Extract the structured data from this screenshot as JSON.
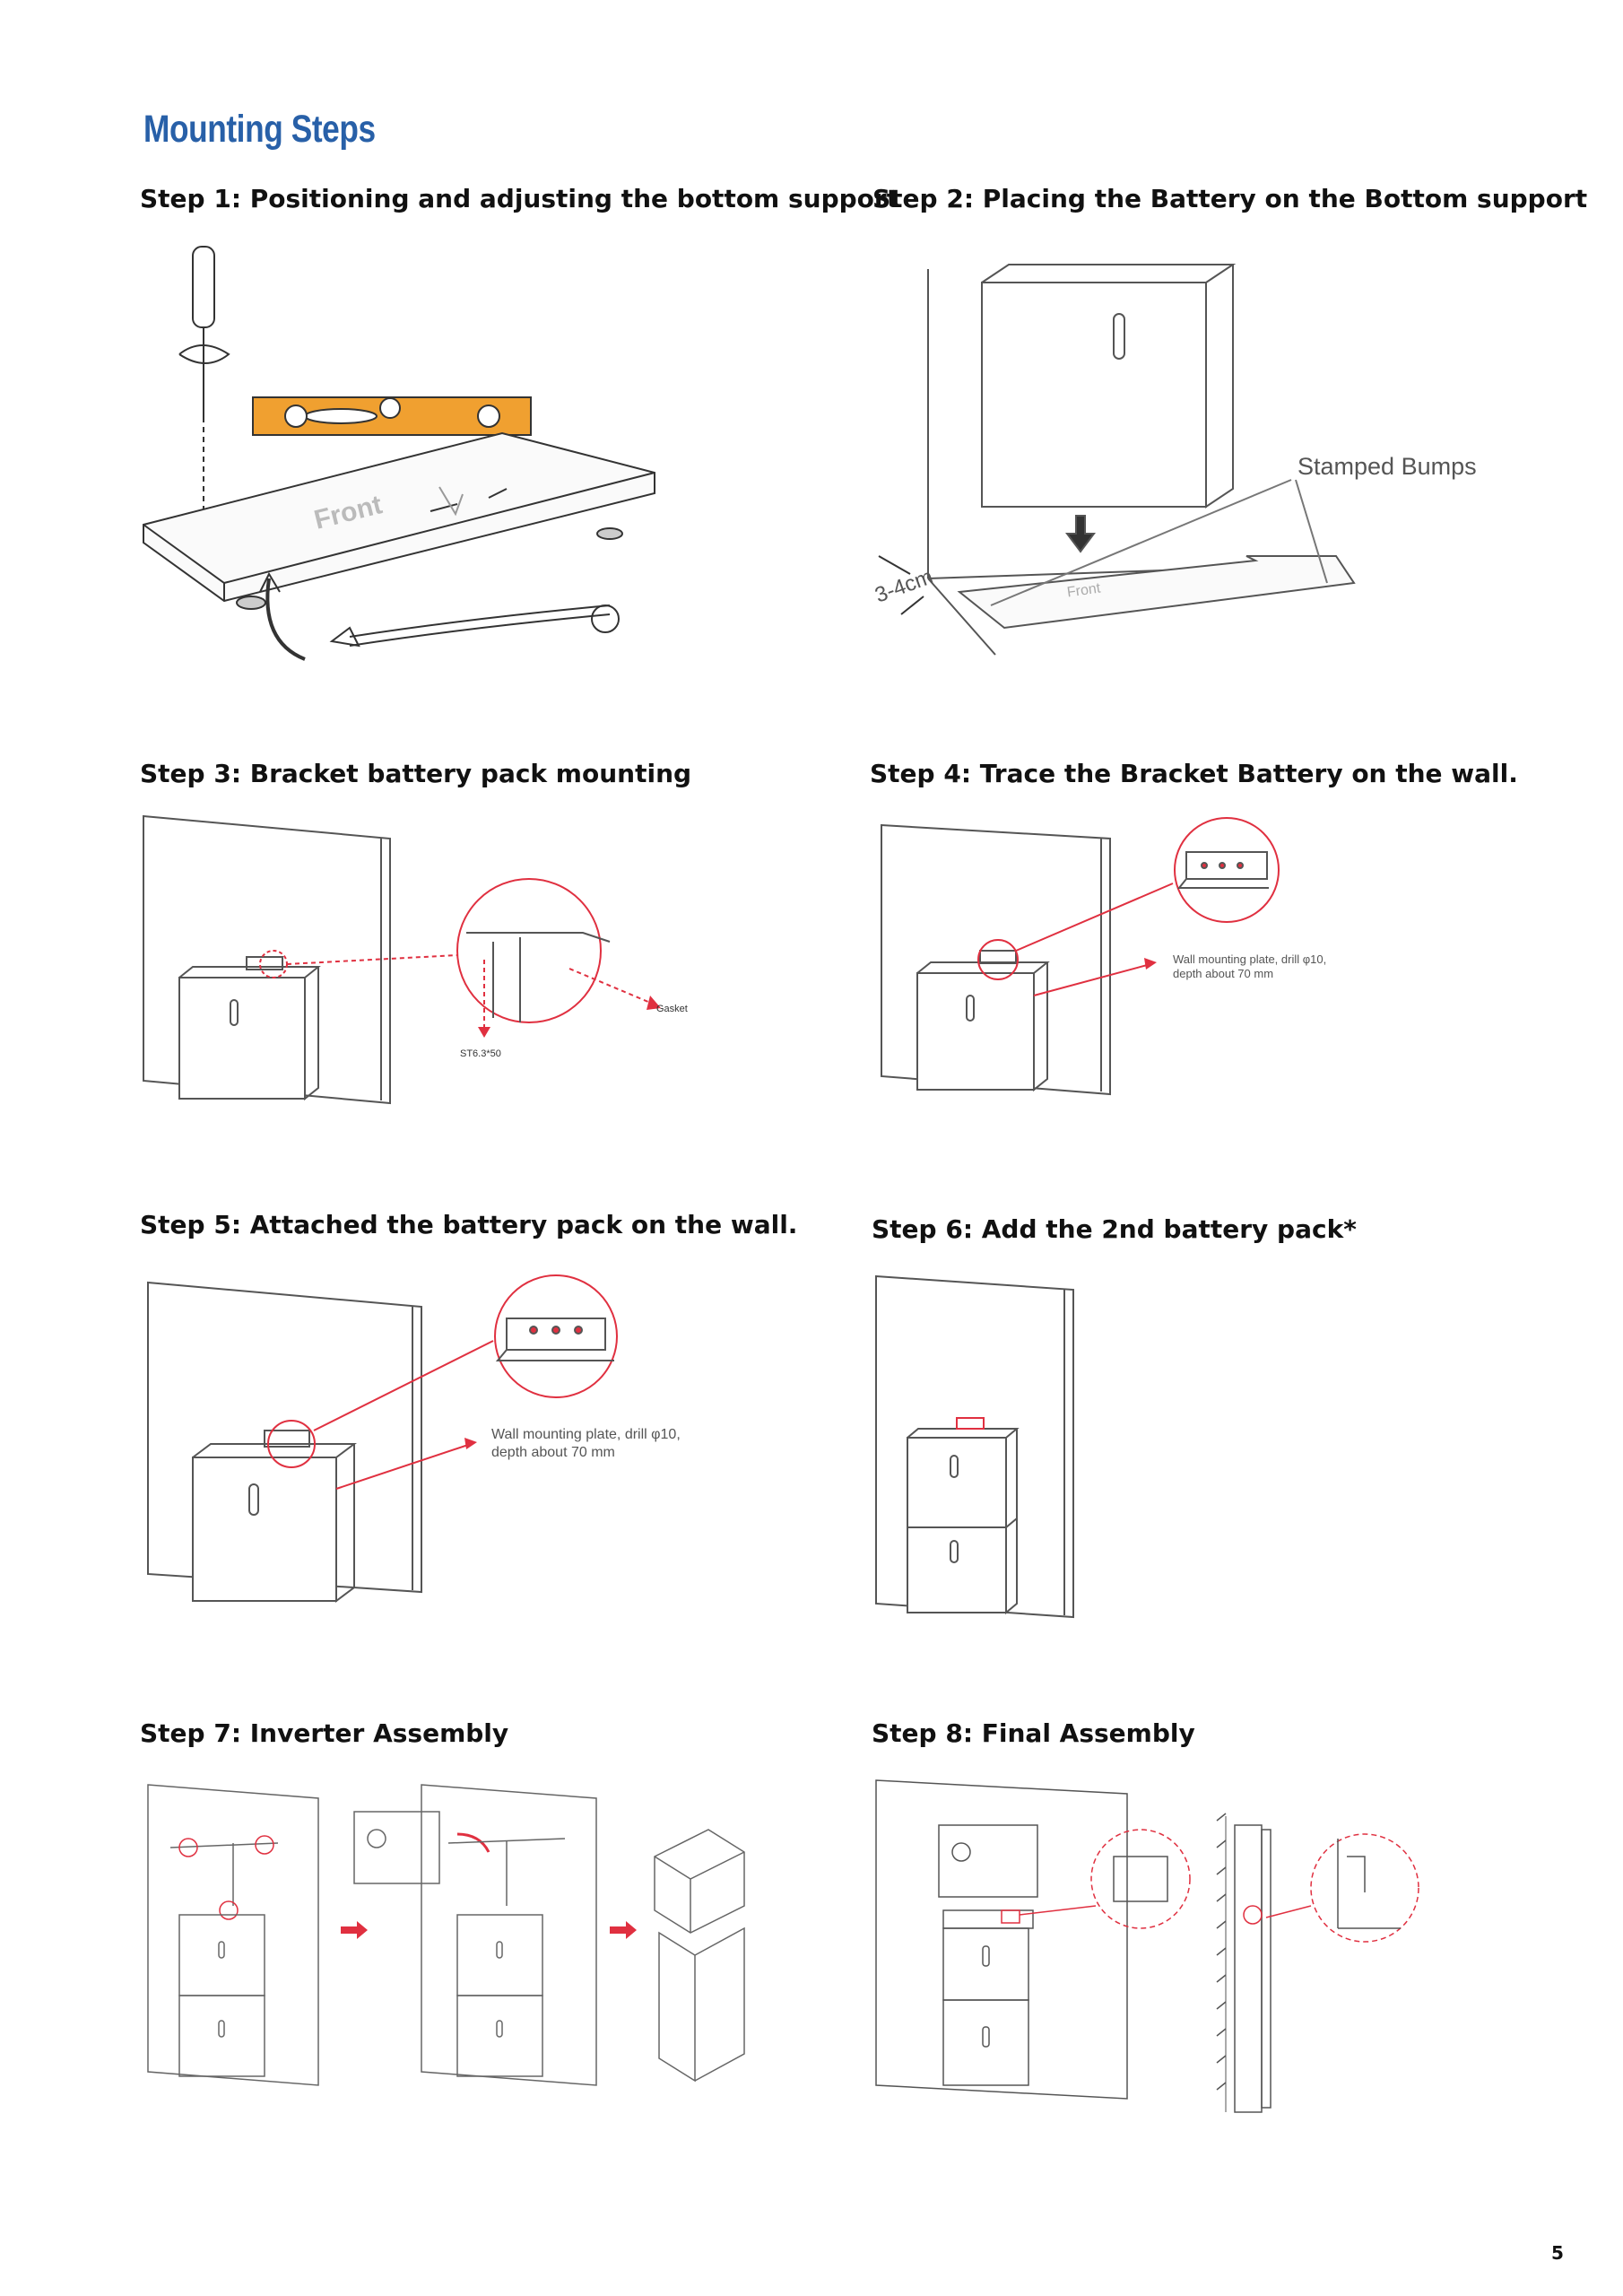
{
  "page": {
    "title": "Mounting Steps",
    "page_number": "5"
  },
  "steps": [
    {
      "heading": "Step 1: Positioning and adjusting the bottom support",
      "labels": {
        "front": "Front"
      }
    },
    {
      "heading": "Step 2: Placing the Battery on the Bottom support",
      "labels": {
        "stamped": "Stamped Bumps",
        "gap": "3-4cm",
        "front": "Front"
      }
    },
    {
      "heading": "Step 3: Bracket battery pack mounting",
      "labels": {
        "gasket": "Gasket",
        "screw": "ST6.3*50"
      }
    },
    {
      "heading": "Step 4: Trace the Bracket Battery on the wall.",
      "labels": {
        "note1": "Wall mounting plate,  drill φ10,",
        "note2": "depth  about  70 mm"
      }
    },
    {
      "heading": "Step 5: Attached the battery pack on the wall.",
      "labels": {
        "note1": "Wall mounting plate,  drill φ10,",
        "note2": "depth  about  70 mm"
      }
    },
    {
      "heading": "Step 6: Add the 2nd battery pack*"
    },
    {
      "heading": "Step 7: Inverter Assembly"
    },
    {
      "heading": "Step 8: Final Assembly"
    }
  ],
  "colors": {
    "title": "#2860a8",
    "accent_red": "#e03040",
    "level": "#f0a030"
  }
}
